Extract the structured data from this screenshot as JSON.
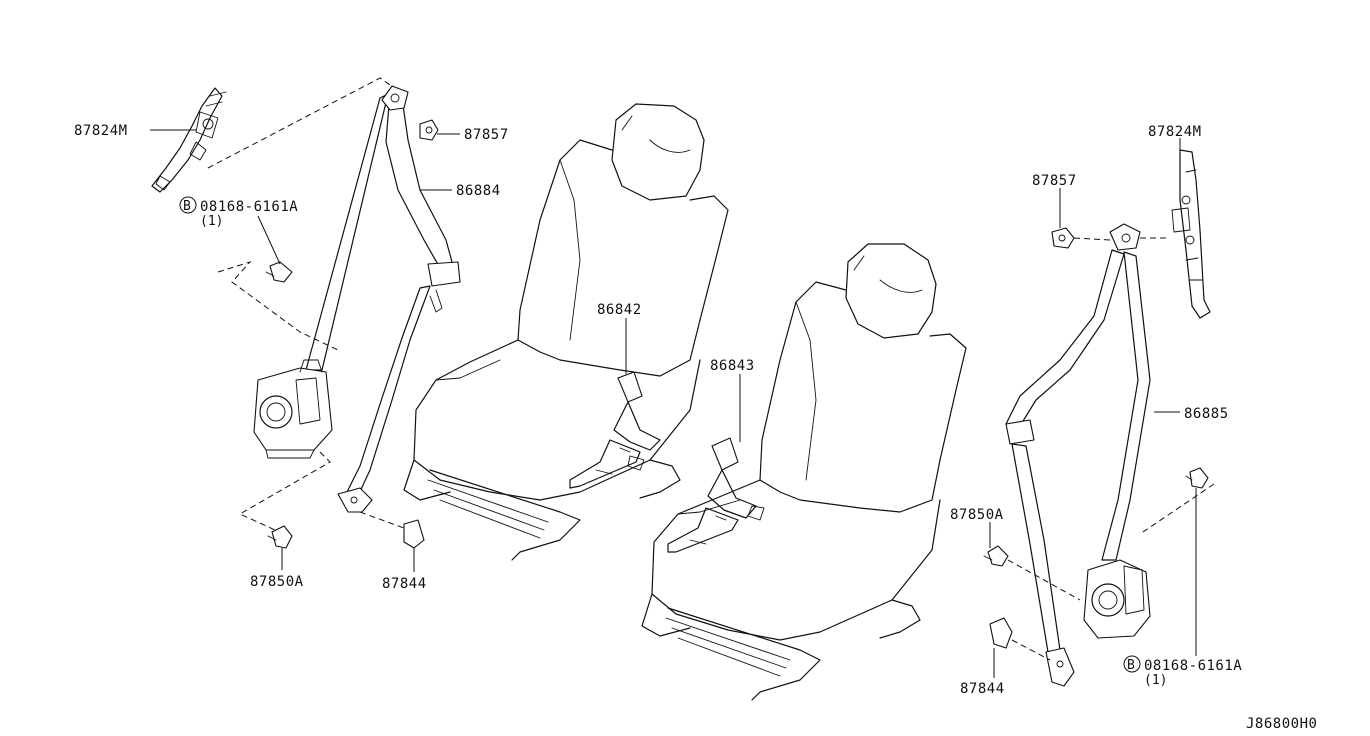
{
  "diagram": {
    "figure_code": "J86800H0",
    "left_side": {
      "height_adjuster": "87824M",
      "bolt_code": "08168-6161A",
      "bolt_marker": "B",
      "bolt_qty": "(1)",
      "cover": "87857",
      "belt_assembly": "86884",
      "anchor_bolt": "87850A",
      "anchor_cover": "87844",
      "buckle": "86842"
    },
    "right_side": {
      "buckle": "86843",
      "height_adjuster": "87824M",
      "cover": "87857",
      "belt_assembly": "86885",
      "anchor_bolt": "87850A",
      "bolt_code": "08168-6161A",
      "bolt_marker": "B",
      "bolt_qty": "(1)",
      "anchor_cover": "87844"
    }
  }
}
